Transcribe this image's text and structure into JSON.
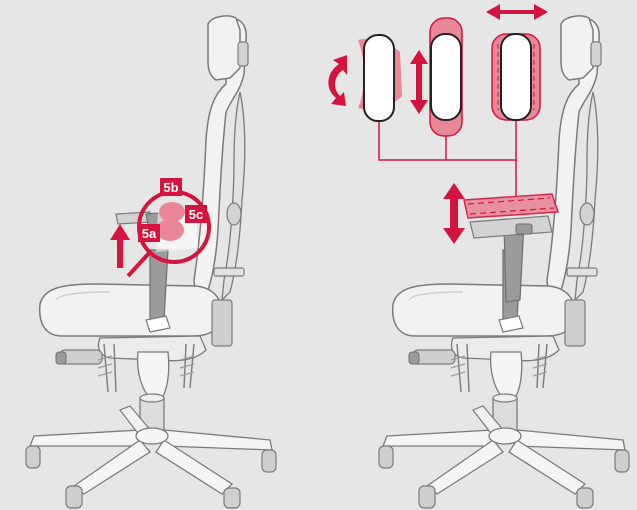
{
  "colors": {
    "background": "#e6e6e6",
    "accent": "#d4143f",
    "accent_light": "#e98797",
    "chair_fill": "#f2f2f2",
    "chair_shade": "#d3d3d3",
    "chair_dark": "#9b9b9b",
    "outline": "#7a7a7a"
  },
  "left_figure": {
    "labels": {
      "label_5a": "5a",
      "label_5b": "5b",
      "label_5c": "5c"
    },
    "icons": [
      "arrow-up-icon",
      "magnifier-circle-icon"
    ]
  },
  "right_figure": {
    "icons": [
      "rotate-arrow-icon",
      "vertical-double-arrow-icon",
      "horizontal-double-arrow-icon",
      "vertical-height-arrow-icon",
      "armpad-rotation-view",
      "armpad-forward-back-view",
      "armpad-side-to-side-view"
    ]
  }
}
